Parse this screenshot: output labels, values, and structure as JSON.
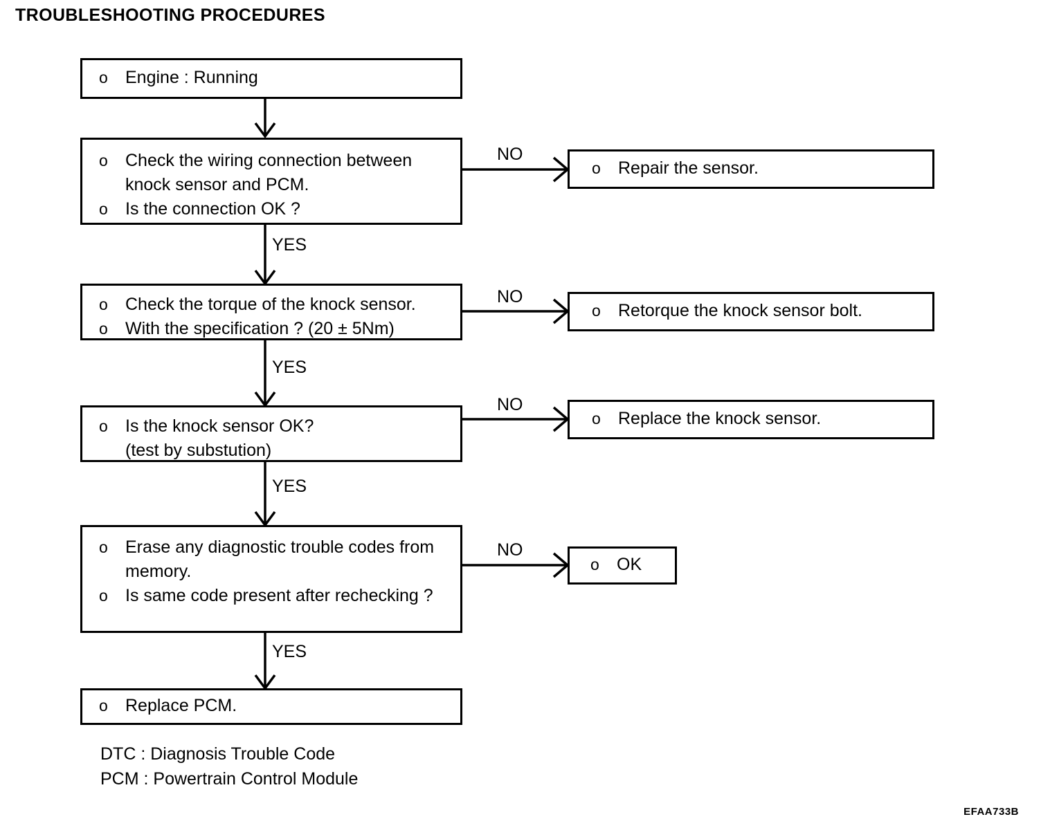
{
  "page": {
    "title": "TROUBLESHOOTING PROCEDURES",
    "figure_code": "EFAA733B",
    "ink_color": "#000000",
    "background_color": "#ffffff"
  },
  "flowchart": {
    "type": "flowchart",
    "nodes": [
      {
        "id": "n1",
        "name": "engine-running",
        "lines": [
          {
            "bullet": true,
            "text": "Engine : Running"
          }
        ]
      },
      {
        "id": "n2",
        "name": "check-wiring-connection",
        "lines": [
          {
            "bullet": true,
            "text": "Check the wiring connection between"
          },
          {
            "bullet": false,
            "text": "knock sensor and PCM."
          },
          {
            "bullet": true,
            "text": "Is the connection OK ?"
          }
        ]
      },
      {
        "id": "n2r",
        "name": "repair-the-sensor",
        "lines": [
          {
            "bullet": true,
            "text": "Repair the sensor."
          }
        ]
      },
      {
        "id": "n3",
        "name": "check-torque",
        "lines": [
          {
            "bullet": true,
            "text": "Check the torque of the knock sensor."
          },
          {
            "bullet": true,
            "text": "With the specification ? (20 ± 5Nm)"
          }
        ]
      },
      {
        "id": "n3r",
        "name": "retorque-knock-sensor-bolt",
        "lines": [
          {
            "bullet": true,
            "text": "Retorque the knock sensor bolt."
          }
        ]
      },
      {
        "id": "n4",
        "name": "is-knock-sensor-ok",
        "lines": [
          {
            "bullet": true,
            "text": "Is the knock sensor OK?"
          },
          {
            "bullet": false,
            "text": "(test by substution)"
          }
        ]
      },
      {
        "id": "n4r",
        "name": "replace-knock-sensor",
        "lines": [
          {
            "bullet": true,
            "text": "Replace the knock sensor."
          }
        ]
      },
      {
        "id": "n5",
        "name": "erase-diagnostic-codes",
        "lines": [
          {
            "bullet": true,
            "text": "Erase any diagnostic trouble codes from"
          },
          {
            "bullet": false,
            "text": "memory."
          },
          {
            "bullet": true,
            "text": "Is same code present after rechecking ?"
          }
        ]
      },
      {
        "id": "n5r",
        "name": "ok",
        "lines": [
          {
            "bullet": true,
            "text": "OK"
          }
        ]
      },
      {
        "id": "n6",
        "name": "replace-pcm",
        "lines": [
          {
            "bullet": true,
            "text": "Replace PCM."
          }
        ]
      }
    ],
    "edges": [
      {
        "from": "n1",
        "to": "n2",
        "label": "",
        "direction": "down"
      },
      {
        "from": "n2",
        "to": "n2r",
        "label": "NO",
        "direction": "right"
      },
      {
        "from": "n2",
        "to": "n3",
        "label": "YES",
        "direction": "down"
      },
      {
        "from": "n3",
        "to": "n3r",
        "label": "NO",
        "direction": "right"
      },
      {
        "from": "n3",
        "to": "n4",
        "label": "YES",
        "direction": "down"
      },
      {
        "from": "n4",
        "to": "n4r",
        "label": "NO",
        "direction": "right"
      },
      {
        "from": "n4",
        "to": "n5",
        "label": "YES",
        "direction": "down"
      },
      {
        "from": "n5",
        "to": "n5r",
        "label": "NO",
        "direction": "right"
      },
      {
        "from": "n5",
        "to": "n6",
        "label": "YES",
        "direction": "down"
      }
    ]
  },
  "legend": {
    "entries": [
      "DTC : Diagnosis Trouble Code",
      "PCM : Powertrain Control Module"
    ]
  }
}
